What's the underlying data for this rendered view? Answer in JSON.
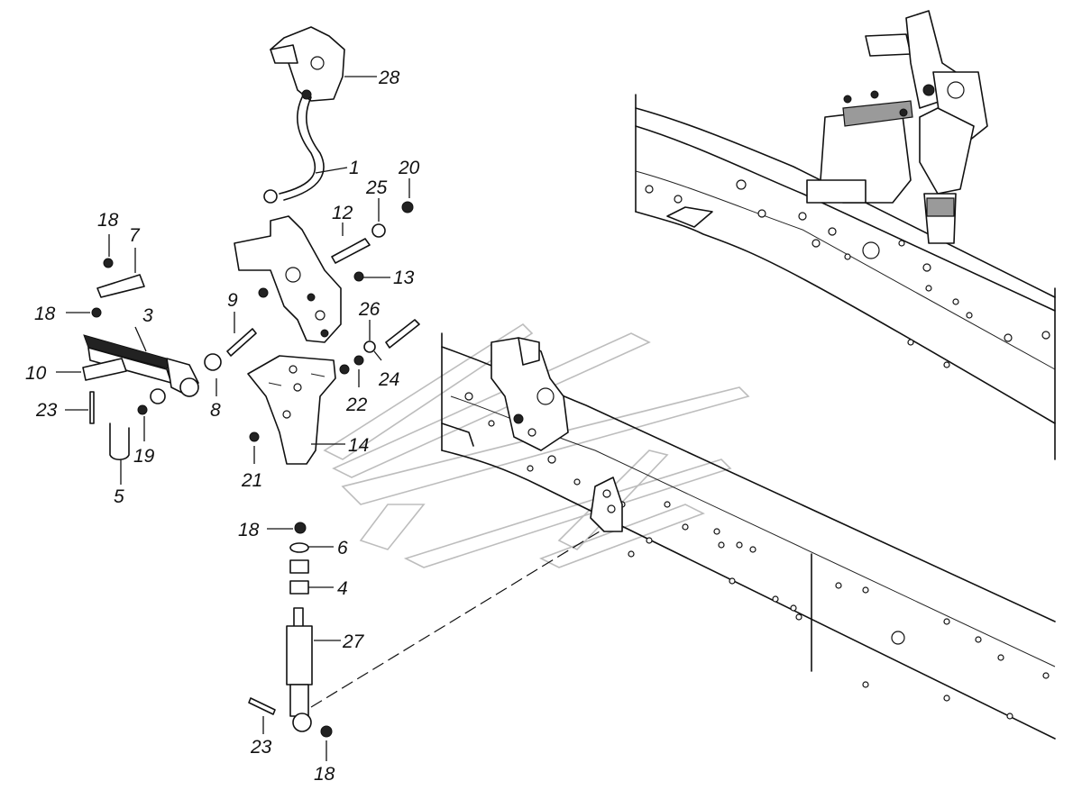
{
  "callouts": [
    {
      "id": "c1",
      "text": "1"
    },
    {
      "id": "c3",
      "text": "3"
    },
    {
      "id": "c4",
      "text": "4"
    },
    {
      "id": "c5",
      "text": "5"
    },
    {
      "id": "c6",
      "text": "6"
    },
    {
      "id": "c7",
      "text": "7"
    },
    {
      "id": "c8",
      "text": "8"
    },
    {
      "id": "c9",
      "text": "9"
    },
    {
      "id": "c10",
      "text": "10"
    },
    {
      "id": "c12",
      "text": "12"
    },
    {
      "id": "c13",
      "text": "13"
    },
    {
      "id": "c14",
      "text": "14"
    },
    {
      "id": "c18a",
      "text": "18"
    },
    {
      "id": "c18b",
      "text": "18"
    },
    {
      "id": "c18c",
      "text": "18"
    },
    {
      "id": "c18d",
      "text": "18"
    },
    {
      "id": "c19",
      "text": "19"
    },
    {
      "id": "c20",
      "text": "20"
    },
    {
      "id": "c21",
      "text": "21"
    },
    {
      "id": "c22",
      "text": "22"
    },
    {
      "id": "c23a",
      "text": "23"
    },
    {
      "id": "c23b",
      "text": "23"
    },
    {
      "id": "c24",
      "text": "24"
    },
    {
      "id": "c25",
      "text": "25"
    },
    {
      "id": "c26",
      "text": "26"
    },
    {
      "id": "c27",
      "text": "27"
    },
    {
      "id": "c28",
      "text": "28"
    }
  ]
}
